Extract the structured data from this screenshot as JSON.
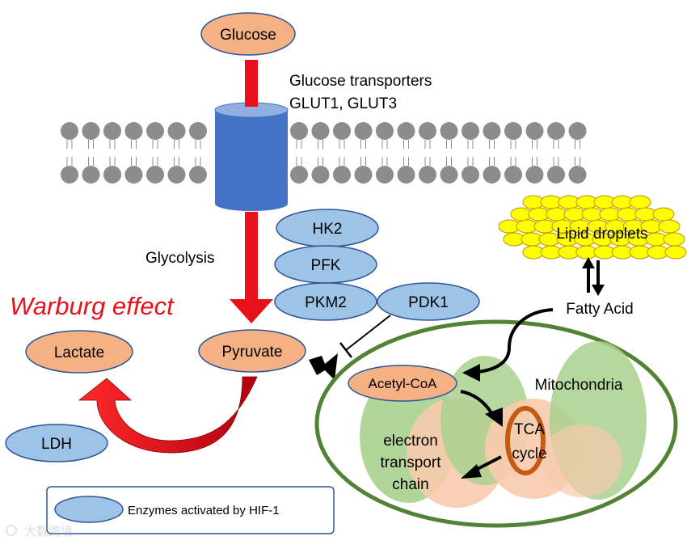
{
  "nodes": {
    "glucose": "Glucose",
    "pyruvate": "Pyruvate",
    "lactate": "Lactate",
    "acetyl_coa": "Acetyl-CoA"
  },
  "enzymes": {
    "hk2": "HK2",
    "pfk": "PFK",
    "pkm2": "PKM2",
    "pdk1": "PDK1",
    "ldh": "LDH"
  },
  "labels": {
    "transporters_line1": "Glucose transporters",
    "transporters_line2": "GLUT1, GLUT3",
    "glycolysis": "Glycolysis",
    "warburg": "Warburg effect",
    "lipid_droplets": "Lipid droplets",
    "fatty_acid": "Fatty Acid",
    "mitochondria": "Mitochondria",
    "tca_line1": "TCA",
    "tca_line2": "cycle",
    "etc_line1": "electron",
    "etc_line2": "transport",
    "etc_line3": "chain"
  },
  "legend": {
    "text": "Enzymes activated by HIF-1"
  },
  "watermark": "大数跨境",
  "colors": {
    "metabolite_fill": "#f4b183",
    "enzyme_fill": "#9dc3e6",
    "arrow_red": "#e8111b",
    "transporter_blue": "#4472c4",
    "membrane_gray": "#8c8c8c",
    "mito_outline": "#548235",
    "mito_green": "#a9d18e",
    "mito_peach": "#f8cbad",
    "lipid_yellow": "#ffff00",
    "warburg_text": "#e8111b"
  }
}
